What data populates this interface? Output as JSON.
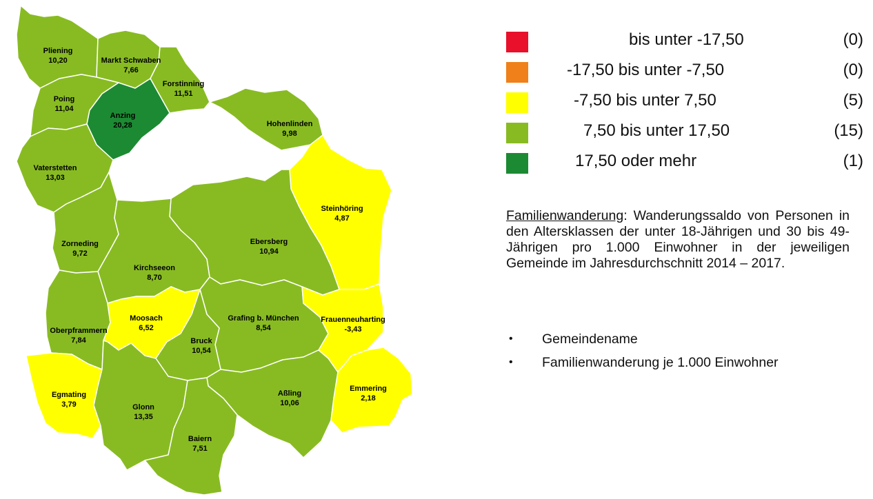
{
  "colors": {
    "class_1": "#e8102a",
    "class_2": "#f08019",
    "class_3": "#ffff00",
    "class_4": "#88bb22",
    "class_5": "#1c8a33",
    "border": "#ffffff"
  },
  "legend": [
    {
      "range": "bis unter -17,50",
      "count": "(0)",
      "color": "#e8102a"
    },
    {
      "range": "-17,50 bis unter -7,50",
      "count": "(0)",
      "color": "#f08019"
    },
    {
      "range": "-7,50 bis unter 7,50",
      "count": "(5)",
      "color": "#ffff00"
    },
    {
      "range": "7,50 bis unter 17,50",
      "count": "(15)",
      "color": "#88bb22"
    },
    {
      "range": "17,50 oder mehr",
      "count": "(1)",
      "color": "#1c8a33"
    }
  ],
  "description": {
    "term": "Familienwanderung",
    "text": ": Wanderungssaldo von Personen in den Altersklassen der unter 18-Jährigen und 30 bis 49-Jährigen pro 1.000 Einwohner in der jeweiligen Gemeinde im Jahresdurchschnitt 2014 – 2017."
  },
  "label_key": [
    "Gemeindename",
    "Familienwanderung je 1.000 Einwohner"
  ],
  "municipalities": [
    {
      "id": "pliening",
      "name": "Pliening",
      "value": "10,20",
      "class": "class_4"
    },
    {
      "id": "markt-schwaben",
      "name": "Markt Schwaben",
      "value": "7,66",
      "class": "class_4"
    },
    {
      "id": "forstinning",
      "name": "Forstinning",
      "value": "11,51",
      "class": "class_4"
    },
    {
      "id": "poing",
      "name": "Poing",
      "value": "11,04",
      "class": "class_4"
    },
    {
      "id": "anzing",
      "name": "Anzing",
      "value": "20,28",
      "class": "class_5"
    },
    {
      "id": "hohenlinden",
      "name": "Hohenlinden",
      "value": "9,98",
      "class": "class_4"
    },
    {
      "id": "vaterstetten",
      "name": "Vaterstetten",
      "value": "13,03",
      "class": "class_4"
    },
    {
      "id": "steinhoering",
      "name": "Steinhöring",
      "value": "4,87",
      "class": "class_3"
    },
    {
      "id": "zorneding",
      "name": "Zorneding",
      "value": "9,72",
      "class": "class_4"
    },
    {
      "id": "ebersberg",
      "name": "Ebersberg",
      "value": "10,94",
      "class": "class_4"
    },
    {
      "id": "kirchseeon",
      "name": "Kirchseeon",
      "value": "8,70",
      "class": "class_4"
    },
    {
      "id": "oberpframmern",
      "name": "Oberpframmern",
      "value": "7,84",
      "class": "class_4"
    },
    {
      "id": "moosach",
      "name": "Moosach",
      "value": "6,52",
      "class": "class_3"
    },
    {
      "id": "grafing",
      "name": "Grafing b. München",
      "value": "8,54",
      "class": "class_4"
    },
    {
      "id": "frauenneuharting",
      "name": "Frauenneuharting",
      "value": "-3,43",
      "class": "class_3"
    },
    {
      "id": "bruck",
      "name": "Bruck",
      "value": "10,54",
      "class": "class_4"
    },
    {
      "id": "egmating",
      "name": "Egmating",
      "value": "3,79",
      "class": "class_3"
    },
    {
      "id": "glonn",
      "name": "Glonn",
      "value": "13,35",
      "class": "class_4"
    },
    {
      "id": "assling",
      "name": "Aßling",
      "value": "10,06",
      "class": "class_4"
    },
    {
      "id": "emmering",
      "name": "Emmering",
      "value": "2,18",
      "class": "class_3"
    },
    {
      "id": "baiern",
      "name": "Baiern",
      "value": "7,51",
      "class": "class_4"
    }
  ]
}
